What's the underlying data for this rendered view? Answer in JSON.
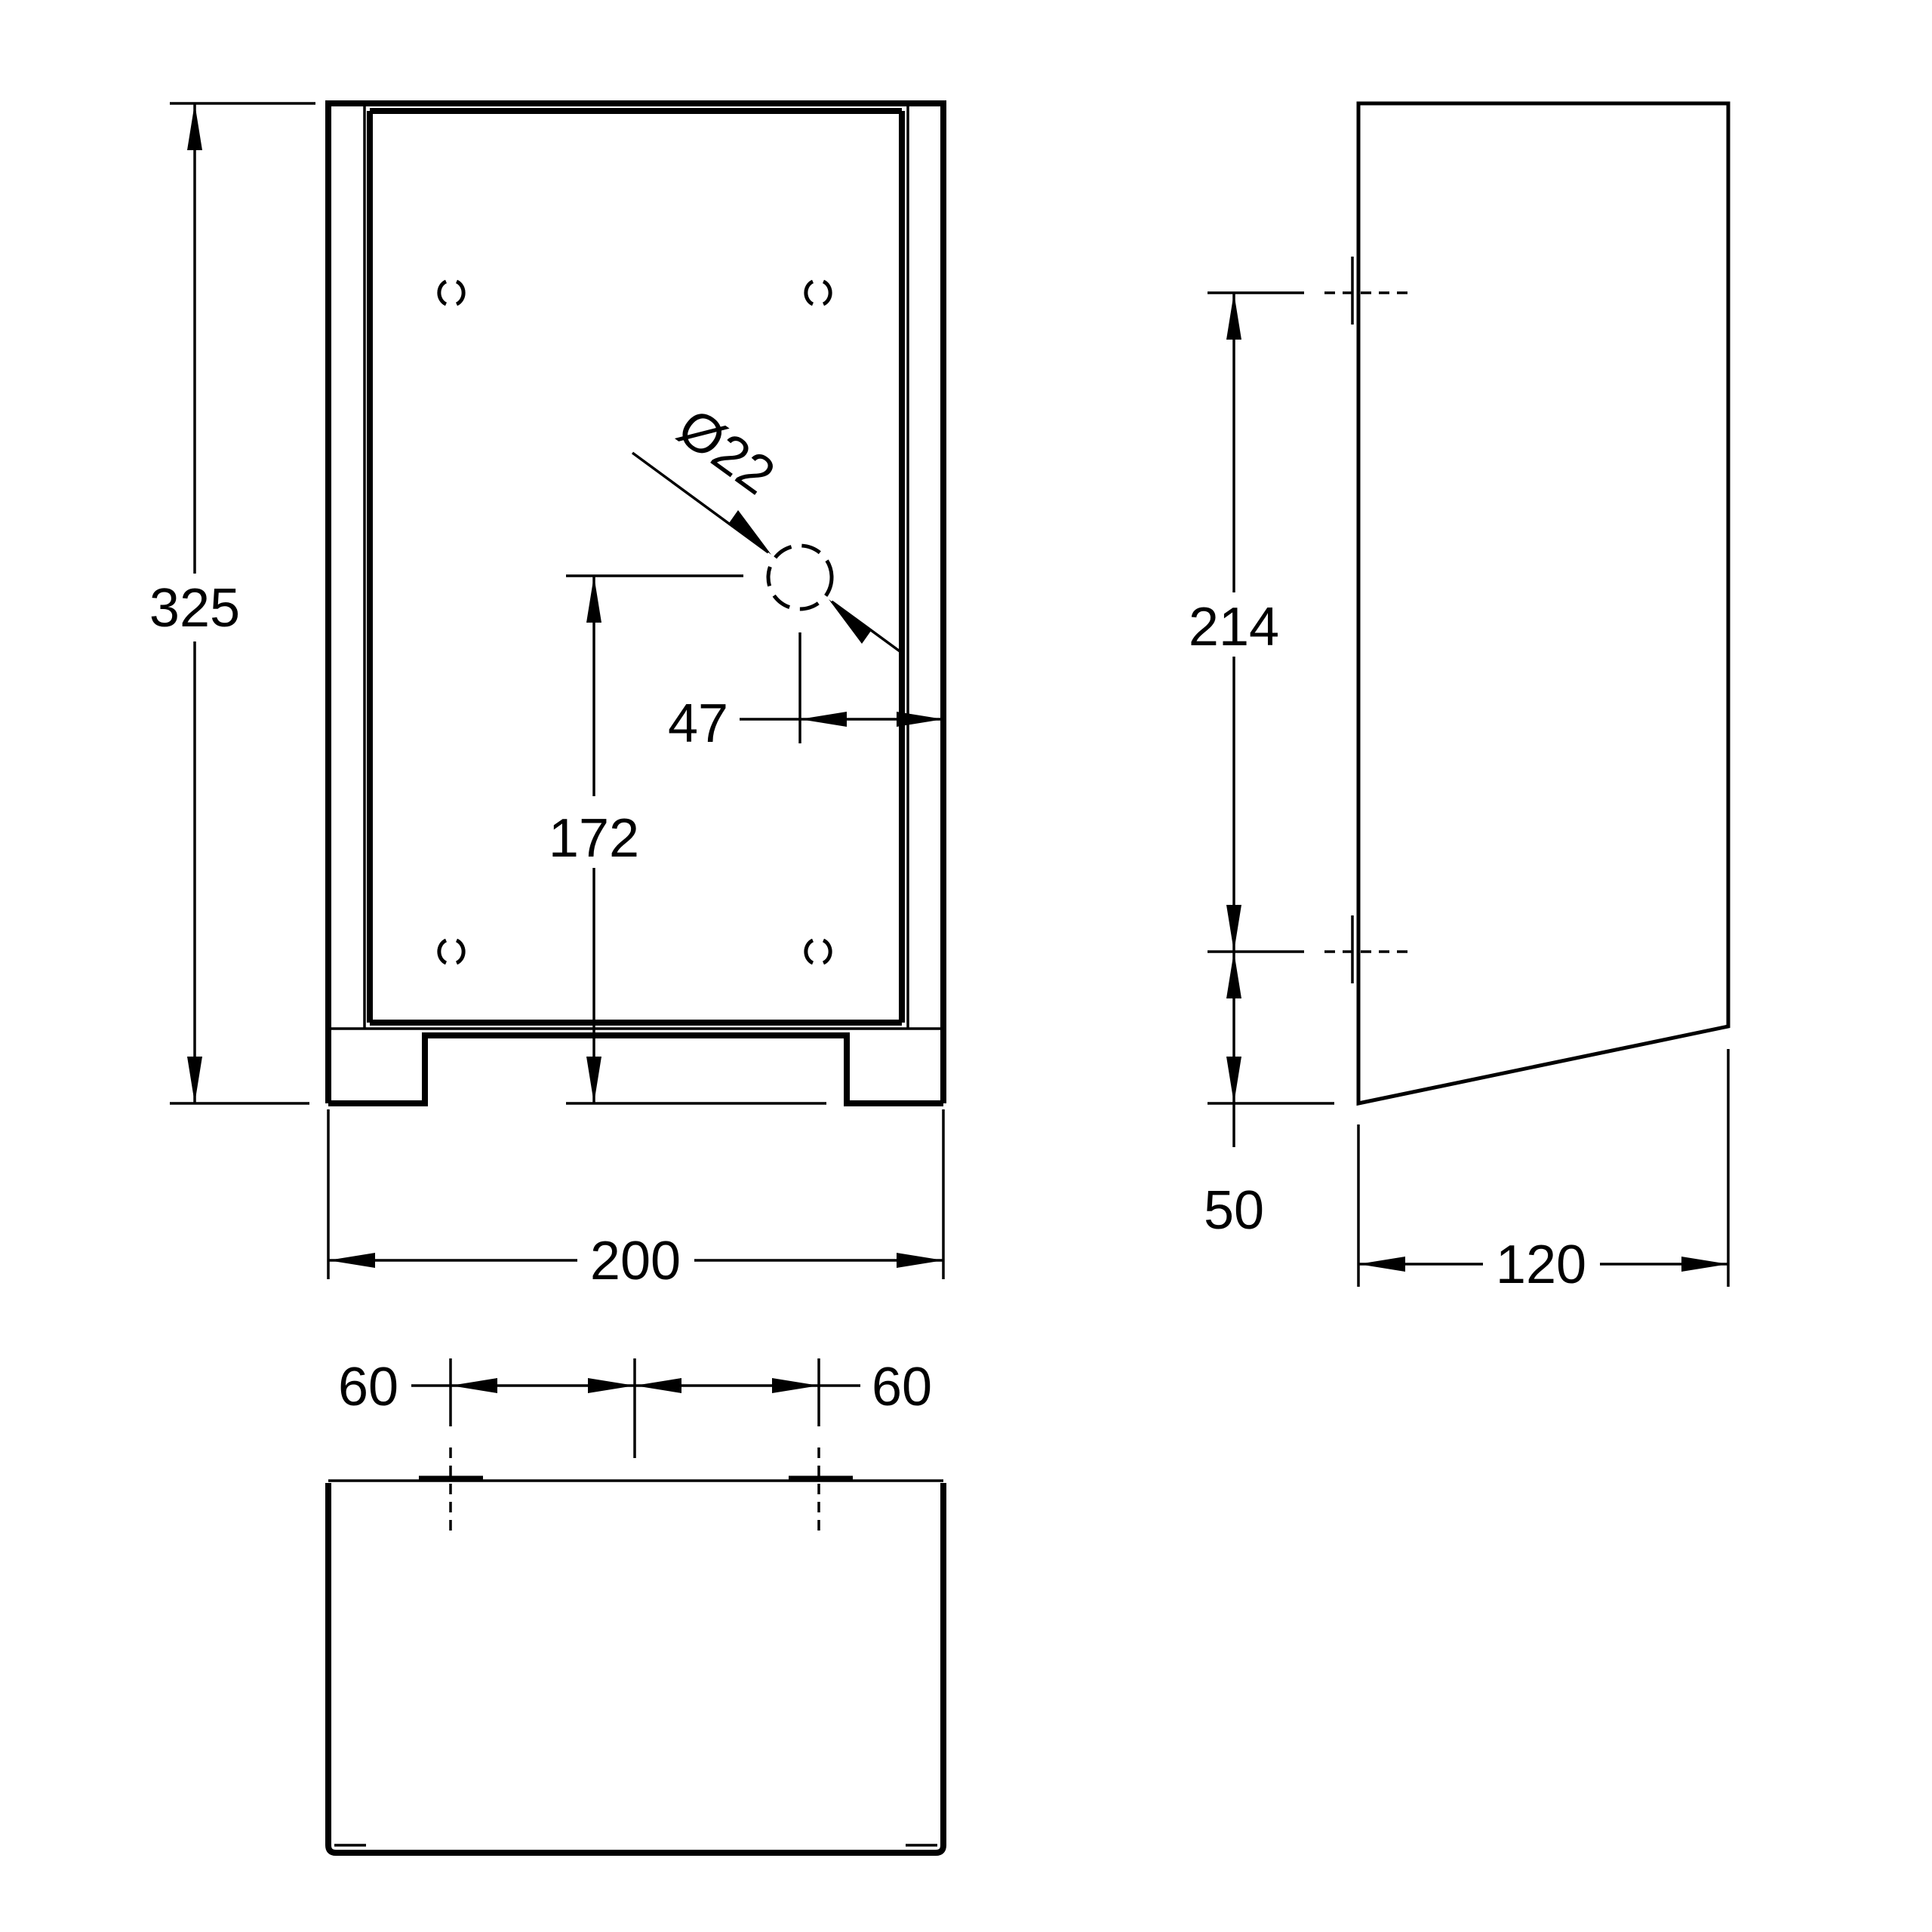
{
  "drawing": {
    "front_view": {
      "height_label": "325",
      "width_label": "200",
      "hole_diameter_label": "Ø22",
      "hole_height_label": "172",
      "hole_offset_label": "47"
    },
    "side_view": {
      "fixing_spacing_label": "214",
      "bottom_offset_label": "50",
      "depth_label": "120"
    },
    "top_view": {
      "left_spacing_label": "60",
      "right_spacing_label": "60"
    }
  }
}
